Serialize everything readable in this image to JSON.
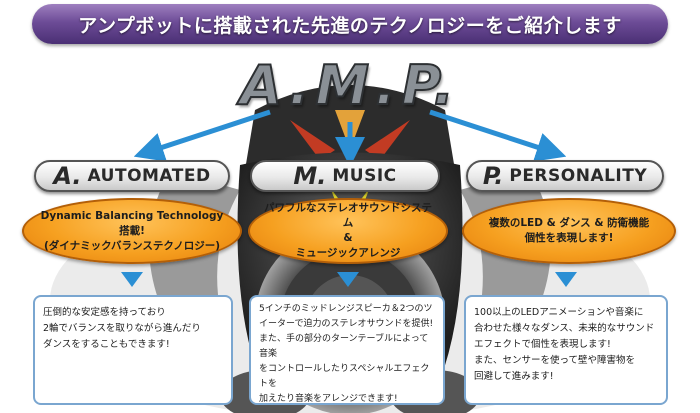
{
  "header": {
    "title": "アンプボットに搭載された先進のテクノロジーをご紹介します"
  },
  "logo": {
    "text": "A.M.P."
  },
  "categories": [
    {
      "letter": "A.",
      "word": "AUTOMATED",
      "feature": "Dynamic Balancing Technology搭載!\n(ダイナミックバランステクノロジー)",
      "description": "圧倒的な安定感を持っており\n2輪でバランスを取りながら進んだり\nダンスをすることもできます!"
    },
    {
      "letter": "M.",
      "word": "MUSIC",
      "feature": "パワフルなステレオサウンドシステム\n&\nミュージックアレンジ",
      "description": "5インチのミッドレンジスピーカ＆2つのツ\nイーターで迫力のステレオサウンドを提供!\nまた、手の部分のターンテーブルによって音楽\nをコントロールしたりスペシャルエフェクトを\n加えたり音楽をアレンジできます!"
    },
    {
      "letter": "P.",
      "word": "PERSONALITY",
      "feature": "複数のLED & ダンス & 防衛機能\n個性を表現します!",
      "description": "100以上のLEDアニメーションや音楽に\n合わせた様々なダンス、未来的なサウンド\nエフェクトで個性を表現します!\nまた、センサーを使って壁や障害物を\n回避して進みます!"
    }
  ],
  "colors": {
    "banner_purple": "#6d4c97",
    "arrow_blue": "#2b8fd4",
    "oval_orange": "#f6a020",
    "box_border_blue": "#7aa6d0"
  }
}
